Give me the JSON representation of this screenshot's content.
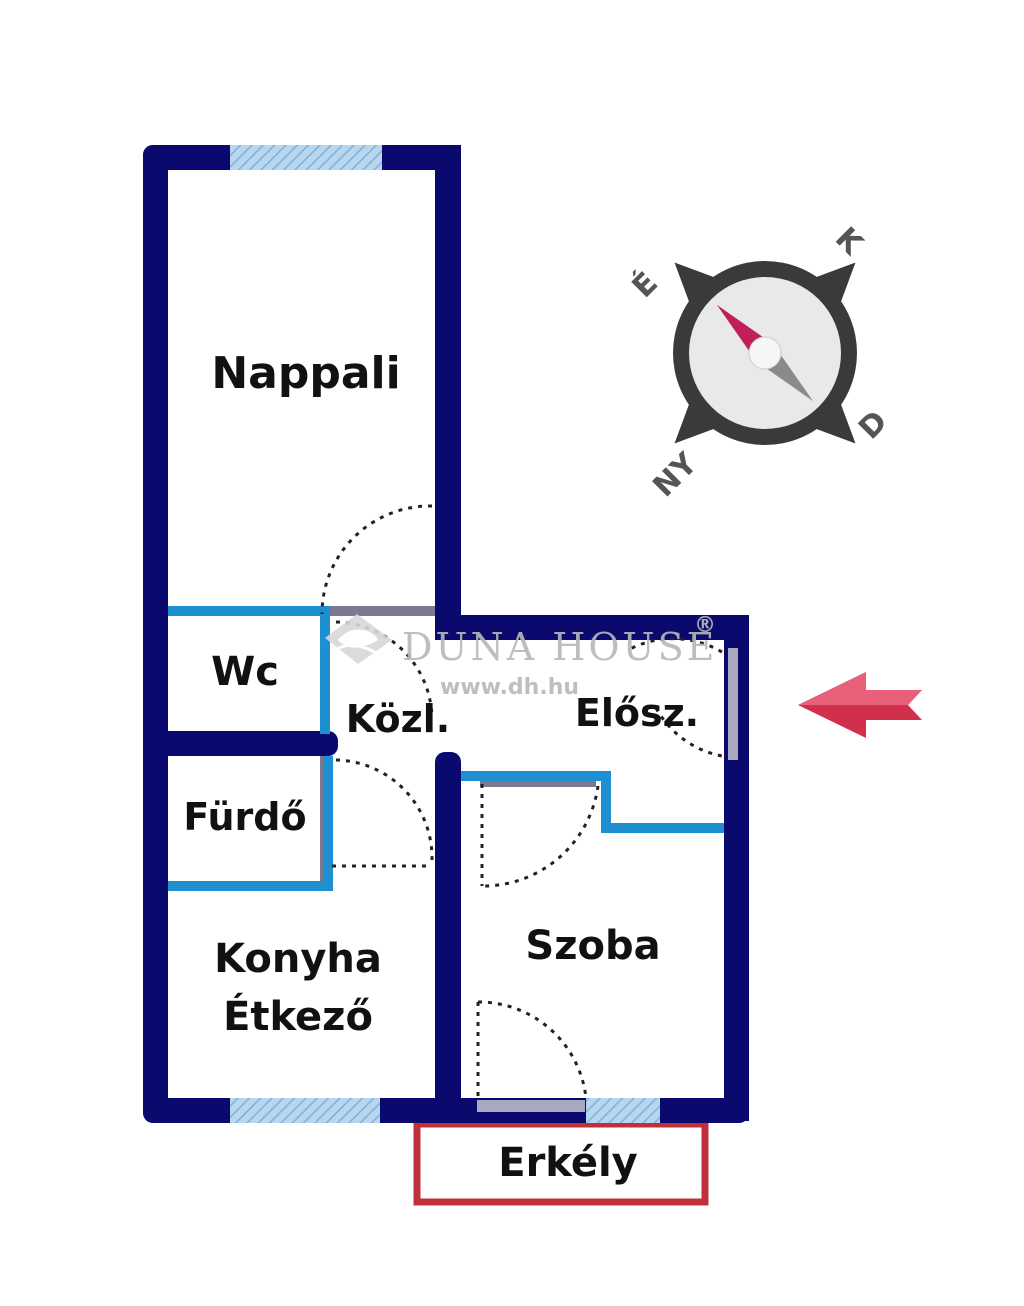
{
  "rooms": {
    "nappali": "Nappali",
    "wc": "Wc",
    "kozl": "Közl.",
    "elosz": "Elősz.",
    "furdo": "Fürdő",
    "szoba": "Szoba",
    "konyha_line1": "Konyha",
    "konyha_line2": "Étkező",
    "erkely": "Erkély"
  },
  "compass": {
    "north": "É",
    "east": "K",
    "south": "D",
    "west": "NY"
  },
  "watermark": {
    "brand": "DUNA HOUSE",
    "registered": "®",
    "url": "www.dh.hu"
  },
  "colors": {
    "outer_wall": "#0a0a6e",
    "inner_wall": "#1e8fd0",
    "balcony": "#c0303a",
    "window": "#9cc6e8",
    "entrance_arrow": "#d0304a",
    "compass_needle": "#c0205a"
  },
  "icons": [
    "compass-icon",
    "entrance-arrow-icon",
    "duna-house-logo-icon"
  ]
}
